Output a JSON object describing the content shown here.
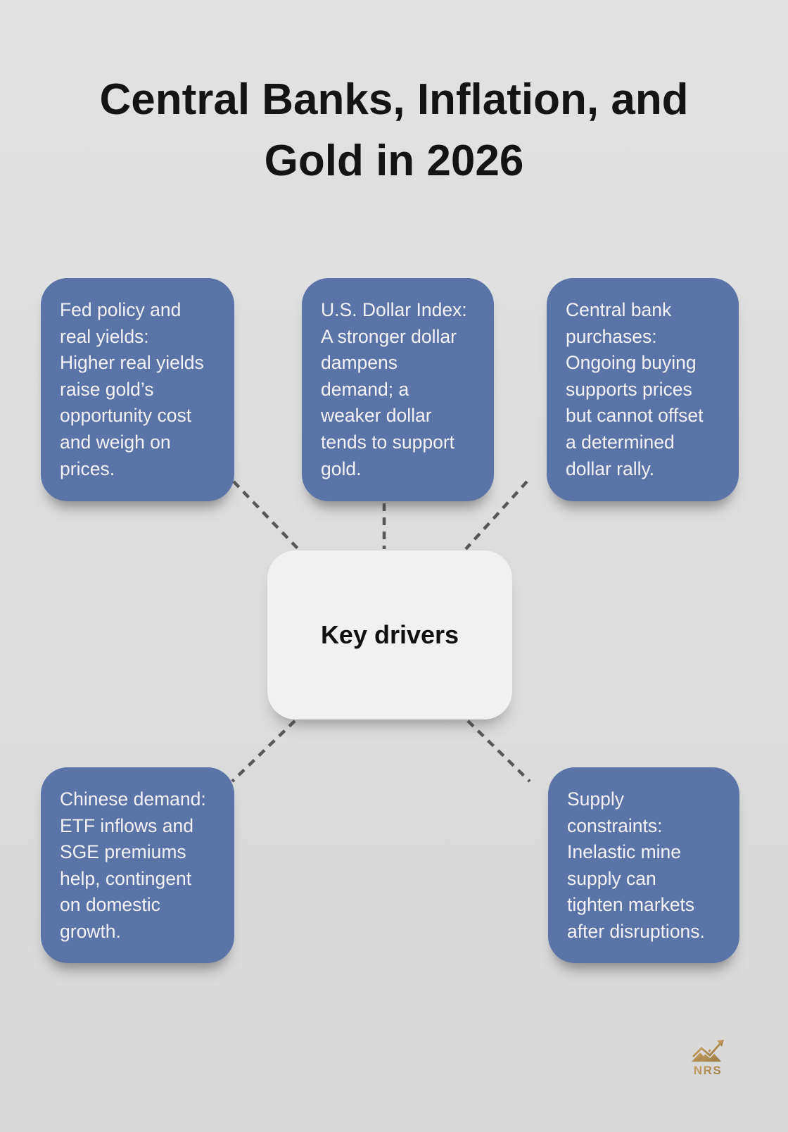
{
  "title": "Central Banks, Inflation, and\nGold in 2026",
  "center_node": {
    "label": "Key drivers"
  },
  "driver_cards": [
    {
      "name": "fed-policy",
      "text": "Fed policy and\nreal yields:\nHigher real yields\nraise gold’s\nopportunity cost\nand weigh on\nprices."
    },
    {
      "name": "dollar-index",
      "text": "U.S. Dollar Index:\nA stronger dollar\ndampens\ndemand; a\nweaker dollar\ntends to support\ngold."
    },
    {
      "name": "central-bank-purchases",
      "text": "Central bank\npurchases:\nOngoing buying\nsupports prices\nbut cannot offset\na determined\ndollar rally."
    },
    {
      "name": "chinese-demand",
      "text": "Chinese demand:\nETF inflows and\nSGE premiums\nhelp, contingent\non domestic\ngrowth."
    },
    {
      "name": "supply-constraints",
      "text": "Supply\nconstraints:\nInelastic mine\nsupply can\ntighten markets\nafter disruptions."
    }
  ],
  "logo": {
    "text": "NRS"
  },
  "colors": {
    "background": "#dedede",
    "card_blue": "#5b74a8",
    "card_text": "#f2f2f4",
    "center_card_bg": "#f1f1f2",
    "connector_gray": "#57575a",
    "title_black": "#141414",
    "logo_gold_light": "#cfa96b",
    "logo_gold_dark": "#97763f"
  }
}
